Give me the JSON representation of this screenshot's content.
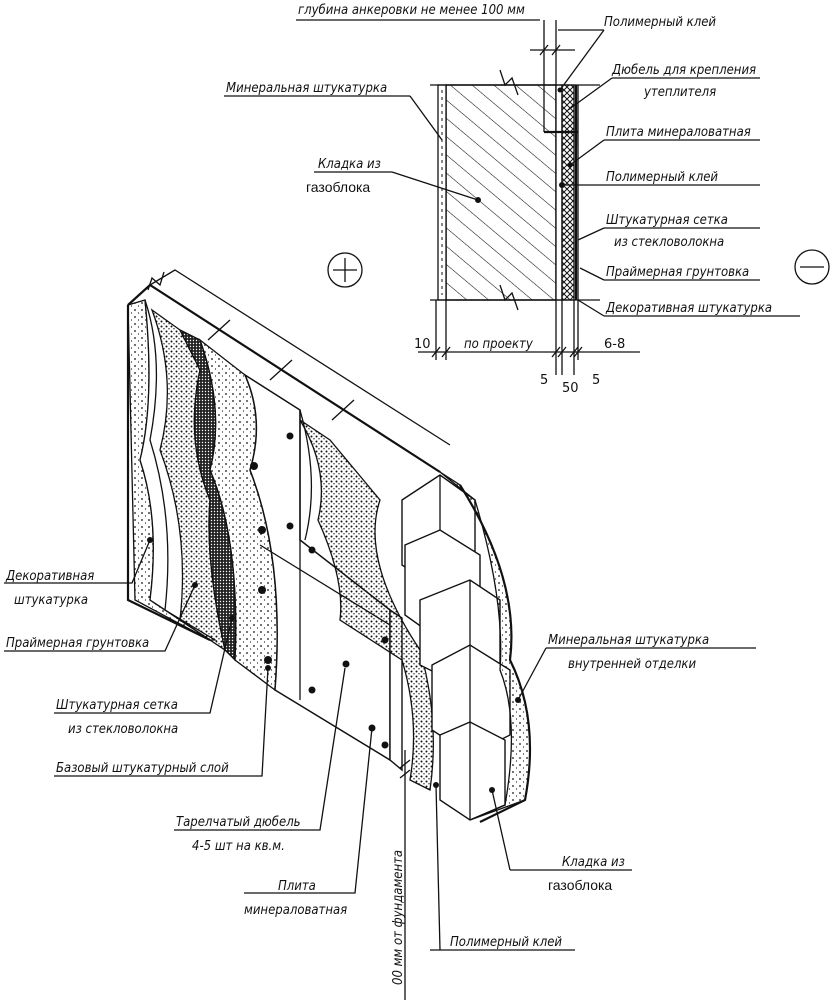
{
  "section": {
    "anchor_depth": "глубина анкеровки не менее 100 мм",
    "polymer_glue_top": "Полимерный клей",
    "dowel_line1": "Дюбель для крепления",
    "dowel_line2": "утеплителя",
    "mineral_plaster": "Минеральная штукатурка",
    "masonry_line1": "Кладка из",
    "masonry_line2": "газоблока",
    "mineral_wool": "Плита минераловатная",
    "polymer_glue": "Полимерный клей",
    "mesh_line1": "Штукатурная сетка",
    "mesh_line2": "из стекловолокна",
    "primer": "Праймерная грунтовка",
    "decor_plaster": "Декоративная штукатурка",
    "dim_left": "10",
    "dim_project": "по проекту",
    "dim_5a": "5",
    "dim_50": "50",
    "dim_5b": "5",
    "dim_68": "6-8",
    "plus": "+",
    "minus": "−"
  },
  "iso": {
    "decor_line1": "Декоративная",
    "decor_line2": "штукатурка",
    "primer": "Праймерная грунтовка",
    "mesh_line1": "Штукатурная сетка",
    "mesh_line2": "из стекловолокна",
    "base_coat": "Базовый штукатурный слой",
    "dowel_line1": "Тарелчатый дюбель",
    "dowel_line2": "4-5 шт на кв.м.",
    "wool_line1": "Плита",
    "wool_line2": "минераловатная",
    "foundation": "00 мм от фундамента",
    "polymer_glue": "Полимерный клей",
    "masonry_line1": "Кладка из",
    "masonry_line2": "газоблока",
    "inner_line1": "Минеральная штукатурка",
    "inner_line2": "внутренней отделки"
  }
}
